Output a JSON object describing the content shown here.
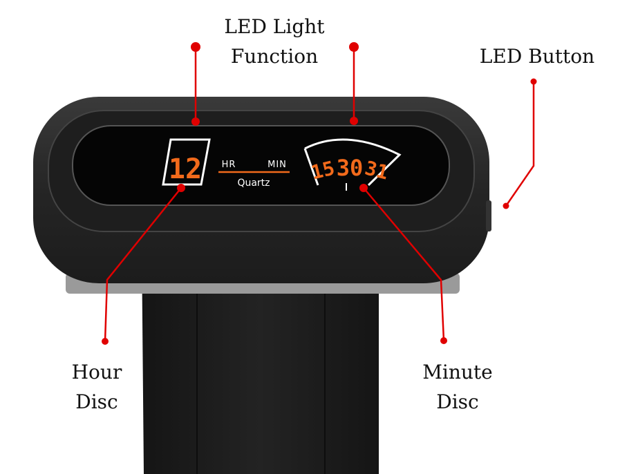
{
  "labels": {
    "led_light_line1": "LED Light",
    "led_light_line2": "Function",
    "led_button": "LED Button",
    "hour_line1": "Hour",
    "hour_line2": "Disc",
    "minute_line1": "Minute",
    "minute_line2": "Disc"
  },
  "watch_face": {
    "hour": "12",
    "hr_label": "HR",
    "min_label": "MIN",
    "brand": "Quartz",
    "minutes": [
      "15",
      "30",
      "31"
    ]
  },
  "colors": {
    "callout": "#e00000",
    "digit": "#f26a1b",
    "case": "#2a2a2a",
    "strap": "#1a1a1a"
  }
}
